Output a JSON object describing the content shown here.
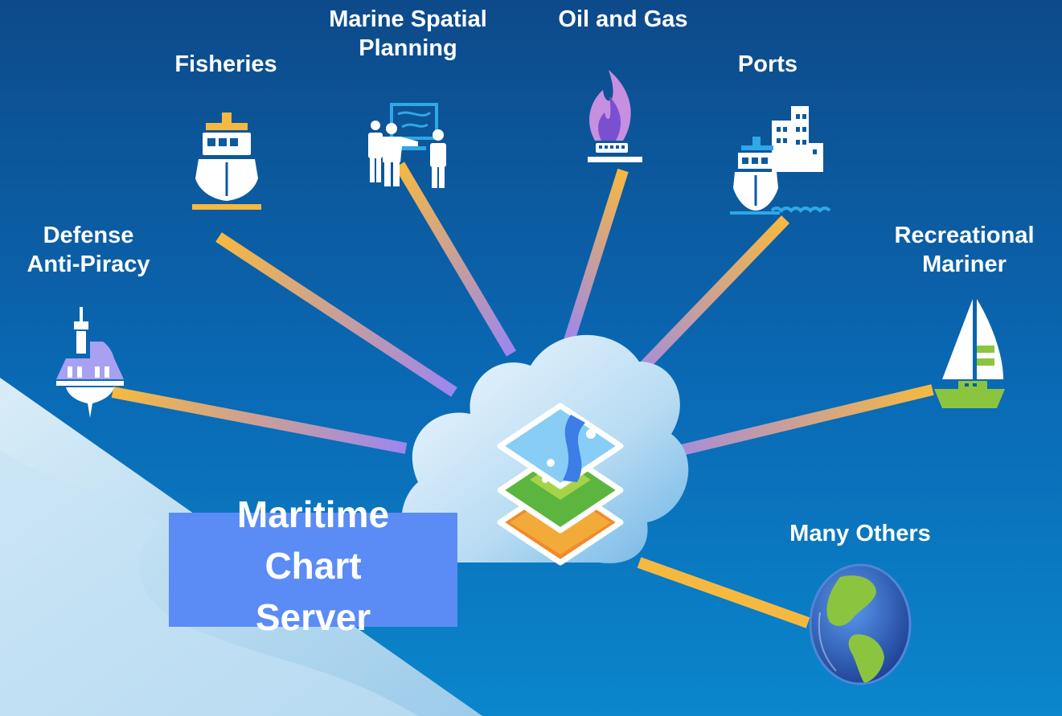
{
  "hub": {
    "lines": [
      "Maritime",
      "Chart",
      "Server"
    ]
  },
  "nodes": {
    "fisheries": {
      "lines": [
        "Fisheries"
      ],
      "icon": "fishing-vessel-icon"
    },
    "marine_spatial_planning": {
      "lines": [
        "Marine Spatial",
        "Planning"
      ],
      "icon": "planning-meeting-icon"
    },
    "oil_and_gas": {
      "lines": [
        "Oil and Gas"
      ],
      "icon": "gas-flame-icon"
    },
    "ports": {
      "lines": [
        "Ports"
      ],
      "icon": "port-city-icon"
    },
    "defense": {
      "lines": [
        "Defense",
        "Anti-Piracy"
      ],
      "icon": "naval-buoy-icon"
    },
    "recreational": {
      "lines": [
        "Recreational",
        "Mariner"
      ],
      "icon": "sailboat-icon"
    },
    "others": {
      "lines": [
        "Many Others"
      ],
      "icon": "globe-icon"
    }
  },
  "colors": {
    "sky_top": "#0d4a8a",
    "sky_bottom": "#0a80c8",
    "connector_orange": "#f6b940",
    "connector_purple": "#9c86f0",
    "hub_box": "#5b8cf5",
    "label": "#ffffff"
  }
}
